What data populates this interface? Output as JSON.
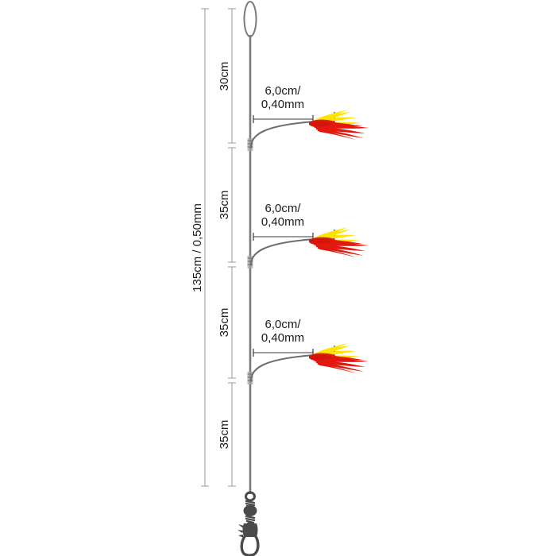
{
  "diagram": {
    "title": "fishing-rig-diagram",
    "background_color": "#ffffff",
    "total_dimension": {
      "label": "135cm / 0,50mm",
      "orientation": "vertical",
      "line_color": "#999999"
    },
    "segments": [
      {
        "label": "30cm",
        "name": "segment-top"
      },
      {
        "label": "35cm",
        "name": "segment-second"
      },
      {
        "label": "35cm",
        "name": "segment-third"
      },
      {
        "label": "35cm",
        "name": "segment-bottom"
      }
    ],
    "droppers": [
      {
        "label_line1": "6,0cm/",
        "label_line2": "0,40mm",
        "name": "dropper-1"
      },
      {
        "label_line1": "6,0cm/",
        "label_line2": "0,40mm",
        "name": "dropper-2"
      },
      {
        "label_line1": "6,0cm/",
        "label_line2": "0,40mm",
        "name": "dropper-3"
      }
    ],
    "components": {
      "top_loop": "loop-knot",
      "main_line": "main-line",
      "swivel": "barrel-swivel",
      "snap": "snap-clip",
      "hook": "fish-hook",
      "lure": "feather-lure"
    },
    "colors": {
      "main_line": "#7a7a7a",
      "dropper_line": "#6e6e6e",
      "dimension_line": "#9a9a9a",
      "text": "#1a1a1a",
      "lure_red": "#e2190f",
      "lure_yellow": "#ffe400",
      "hook_black": "#1b1b1b",
      "swivel_gray": "#4a4a4a"
    }
  }
}
